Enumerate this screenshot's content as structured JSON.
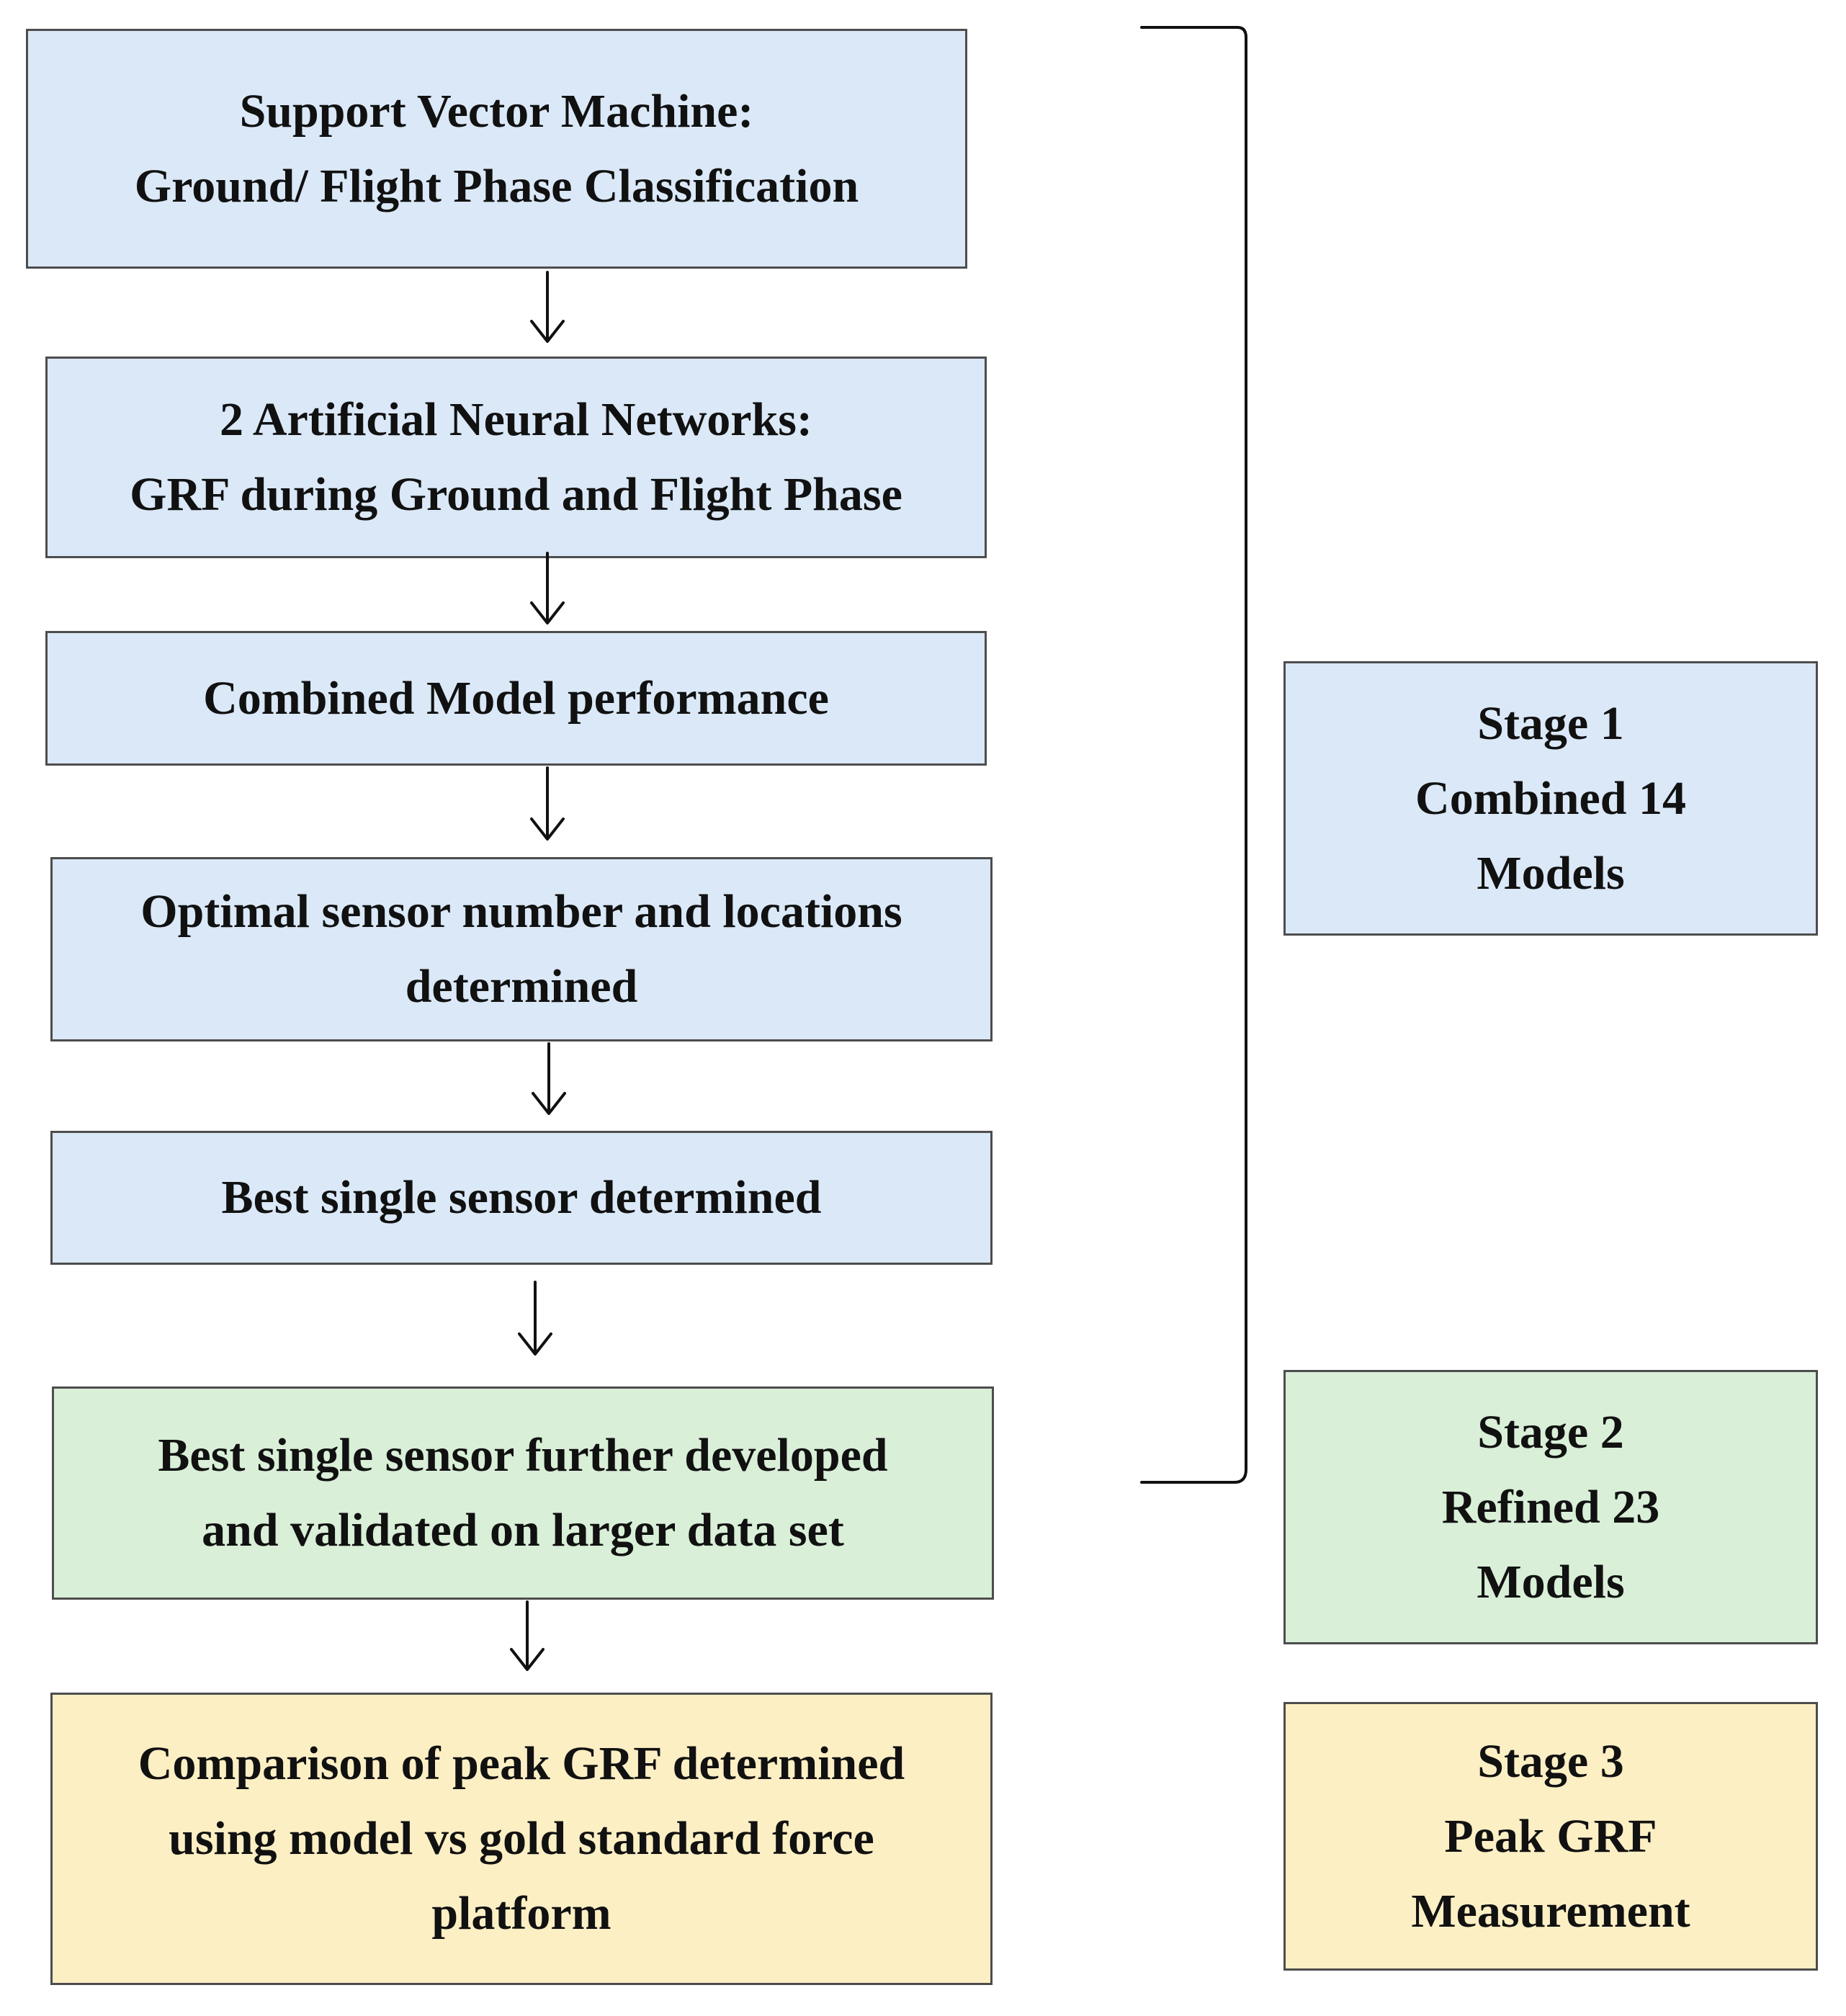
{
  "colors": {
    "stage1_fill": "#dae8f7",
    "stage2_fill": "#d9efd8",
    "stage3_fill": "#fdefc4",
    "border": "#4d4d4d",
    "text": "#111111"
  },
  "flow": {
    "svm": [
      "Support Vector Machine:",
      "Ground/ Flight Phase Classification"
    ],
    "ann": [
      "2 Artificial Neural Networks:",
      "GRF during Ground and Flight Phase"
    ],
    "combined": [
      "Combined Model performance"
    ],
    "optimal": [
      "Optimal sensor number and locations",
      "determined"
    ],
    "best_single": [
      "Best single sensor determined"
    ],
    "further": [
      "Best single sensor further developed",
      "and validated on larger data set"
    ],
    "comparison": [
      "Comparison of peak GRF determined",
      "using model vs gold standard force",
      "platform"
    ]
  },
  "stages": {
    "stage1": [
      "Stage 1",
      "Combined 14",
      "Models"
    ],
    "stage2": [
      "Stage 2",
      "Refined 23",
      "Models"
    ],
    "stage3": [
      "Stage 3",
      "Peak GRF",
      "Measurement"
    ]
  }
}
